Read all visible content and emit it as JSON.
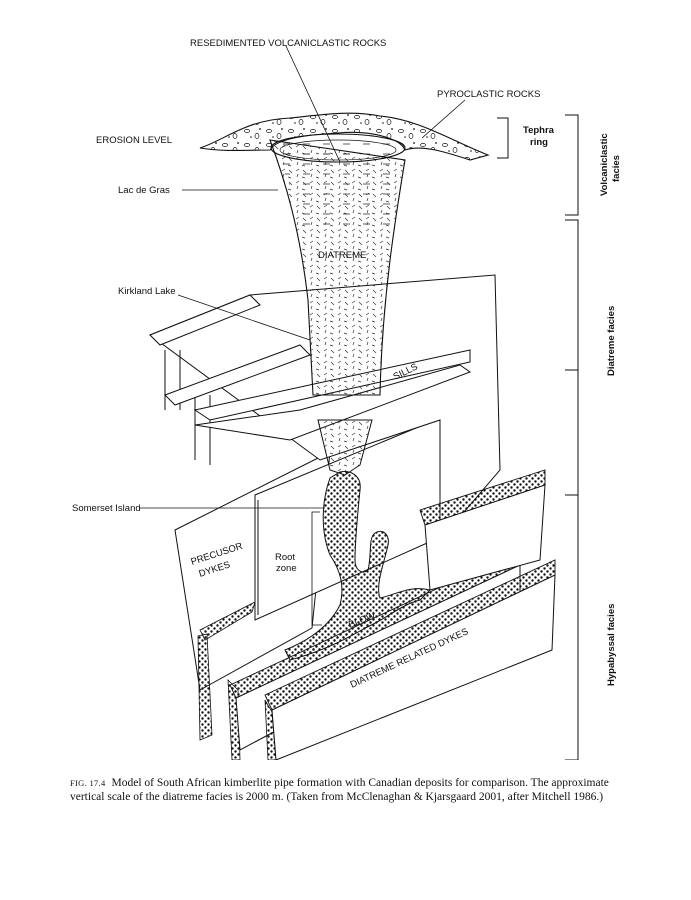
{
  "labels": {
    "resedimented": "RESEDIMENTED VOLCANICLASTIC ROCKS",
    "pyroclastic": "PYROCLASTIC ROCKS",
    "erosion_level": "EROSION LEVEL",
    "tephra_ring_1": "Tephra",
    "tephra_ring_2": "ring",
    "lac_de_gras": "Lac de Gras",
    "diatreme": "DIATREME",
    "kirkland_lake": "Kirkland Lake",
    "sills": "SILLS",
    "somerset_island": "Somerset Island",
    "precursor_1": "PRECUSOR",
    "precursor_2": "DYKES",
    "root_zone_1": "Root",
    "root_zone_2": "zone",
    "blow": "BLOW",
    "diatreme_dykes": "DIATREME RELATED DYKES"
  },
  "facies": {
    "volcaniclastic_1": "Volcaniclastic",
    "volcaniclastic_2": "facies",
    "diatreme": "Diatreme facies",
    "hypabyssal": "Hypabyssal facies"
  },
  "caption": {
    "fig_no": "FIG. 17.4",
    "text": "Model of South African kimberlite pipe formation with Canadian deposits for comparison. The approximate vertical scale of the diatreme facies is 2000 m. (Taken from McClenaghan & Kjarsgaard 2001, after Mitchell 1986.)"
  }
}
